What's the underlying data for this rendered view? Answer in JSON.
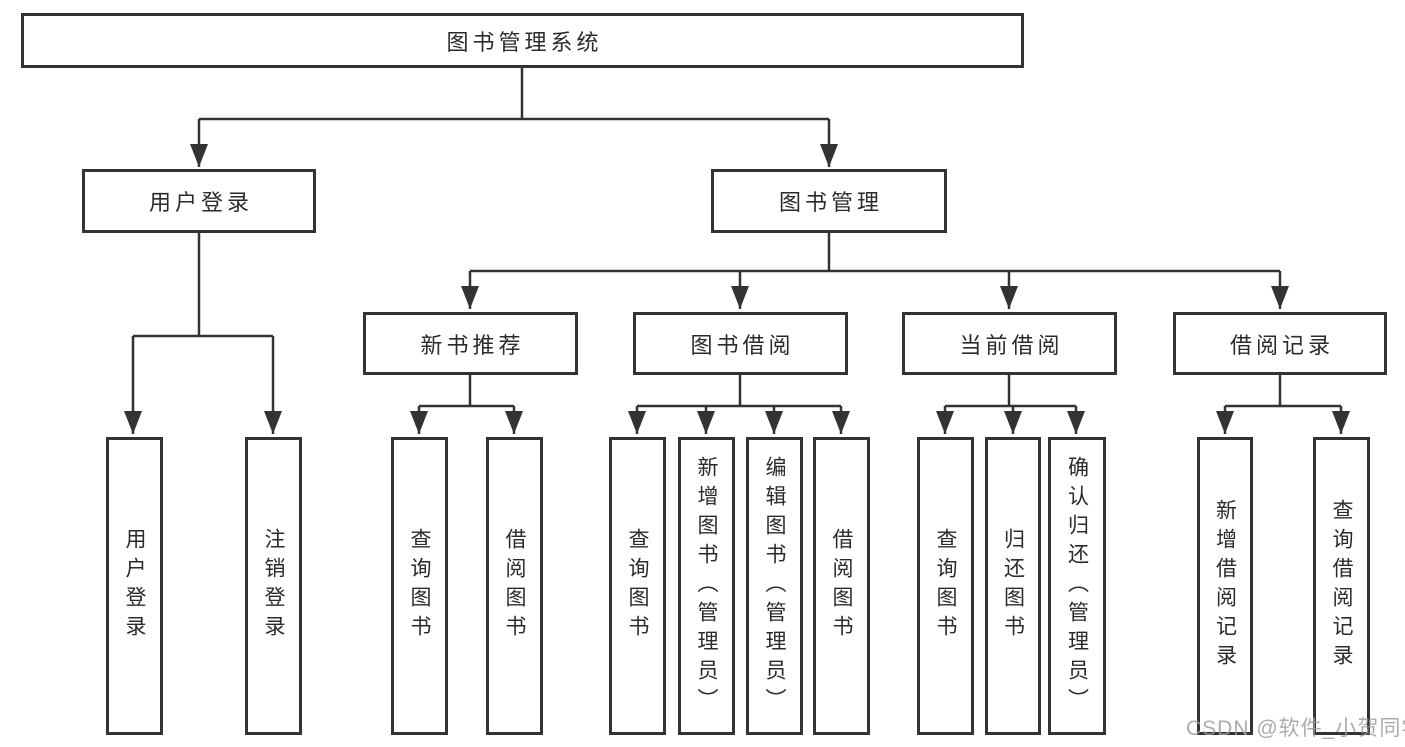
{
  "tree": {
    "root": "图书管理系统",
    "children": [
      {
        "label": "用户登录",
        "children": [
          {
            "label": "用户登录"
          },
          {
            "label": "注销登录"
          }
        ]
      },
      {
        "label": "图书管理",
        "children": [
          {
            "label": "新书推荐",
            "children": [
              {
                "label": "查询图书"
              },
              {
                "label": "借阅图书"
              }
            ]
          },
          {
            "label": "图书借阅",
            "children": [
              {
                "label": "查询图书"
              },
              {
                "label": "新增图书（管理员）"
              },
              {
                "label": "编辑图书（管理员）"
              },
              {
                "label": "借阅图书"
              }
            ]
          },
          {
            "label": "当前借阅",
            "children": [
              {
                "label": "查询图书"
              },
              {
                "label": "归还图书"
              },
              {
                "label": "确认归还（管理员）"
              }
            ]
          },
          {
            "label": "借阅记录",
            "children": [
              {
                "label": "新增借阅记录"
              },
              {
                "label": "查询借阅记录"
              }
            ]
          }
        ]
      }
    ]
  },
  "watermark": "CSDN @软件_小贺同学",
  "colors": {
    "line": "#333333",
    "text": "#2b2b2b",
    "box_fill": "#ffffff",
    "background": "#ffffff",
    "watermark": "#9e9e9e"
  }
}
